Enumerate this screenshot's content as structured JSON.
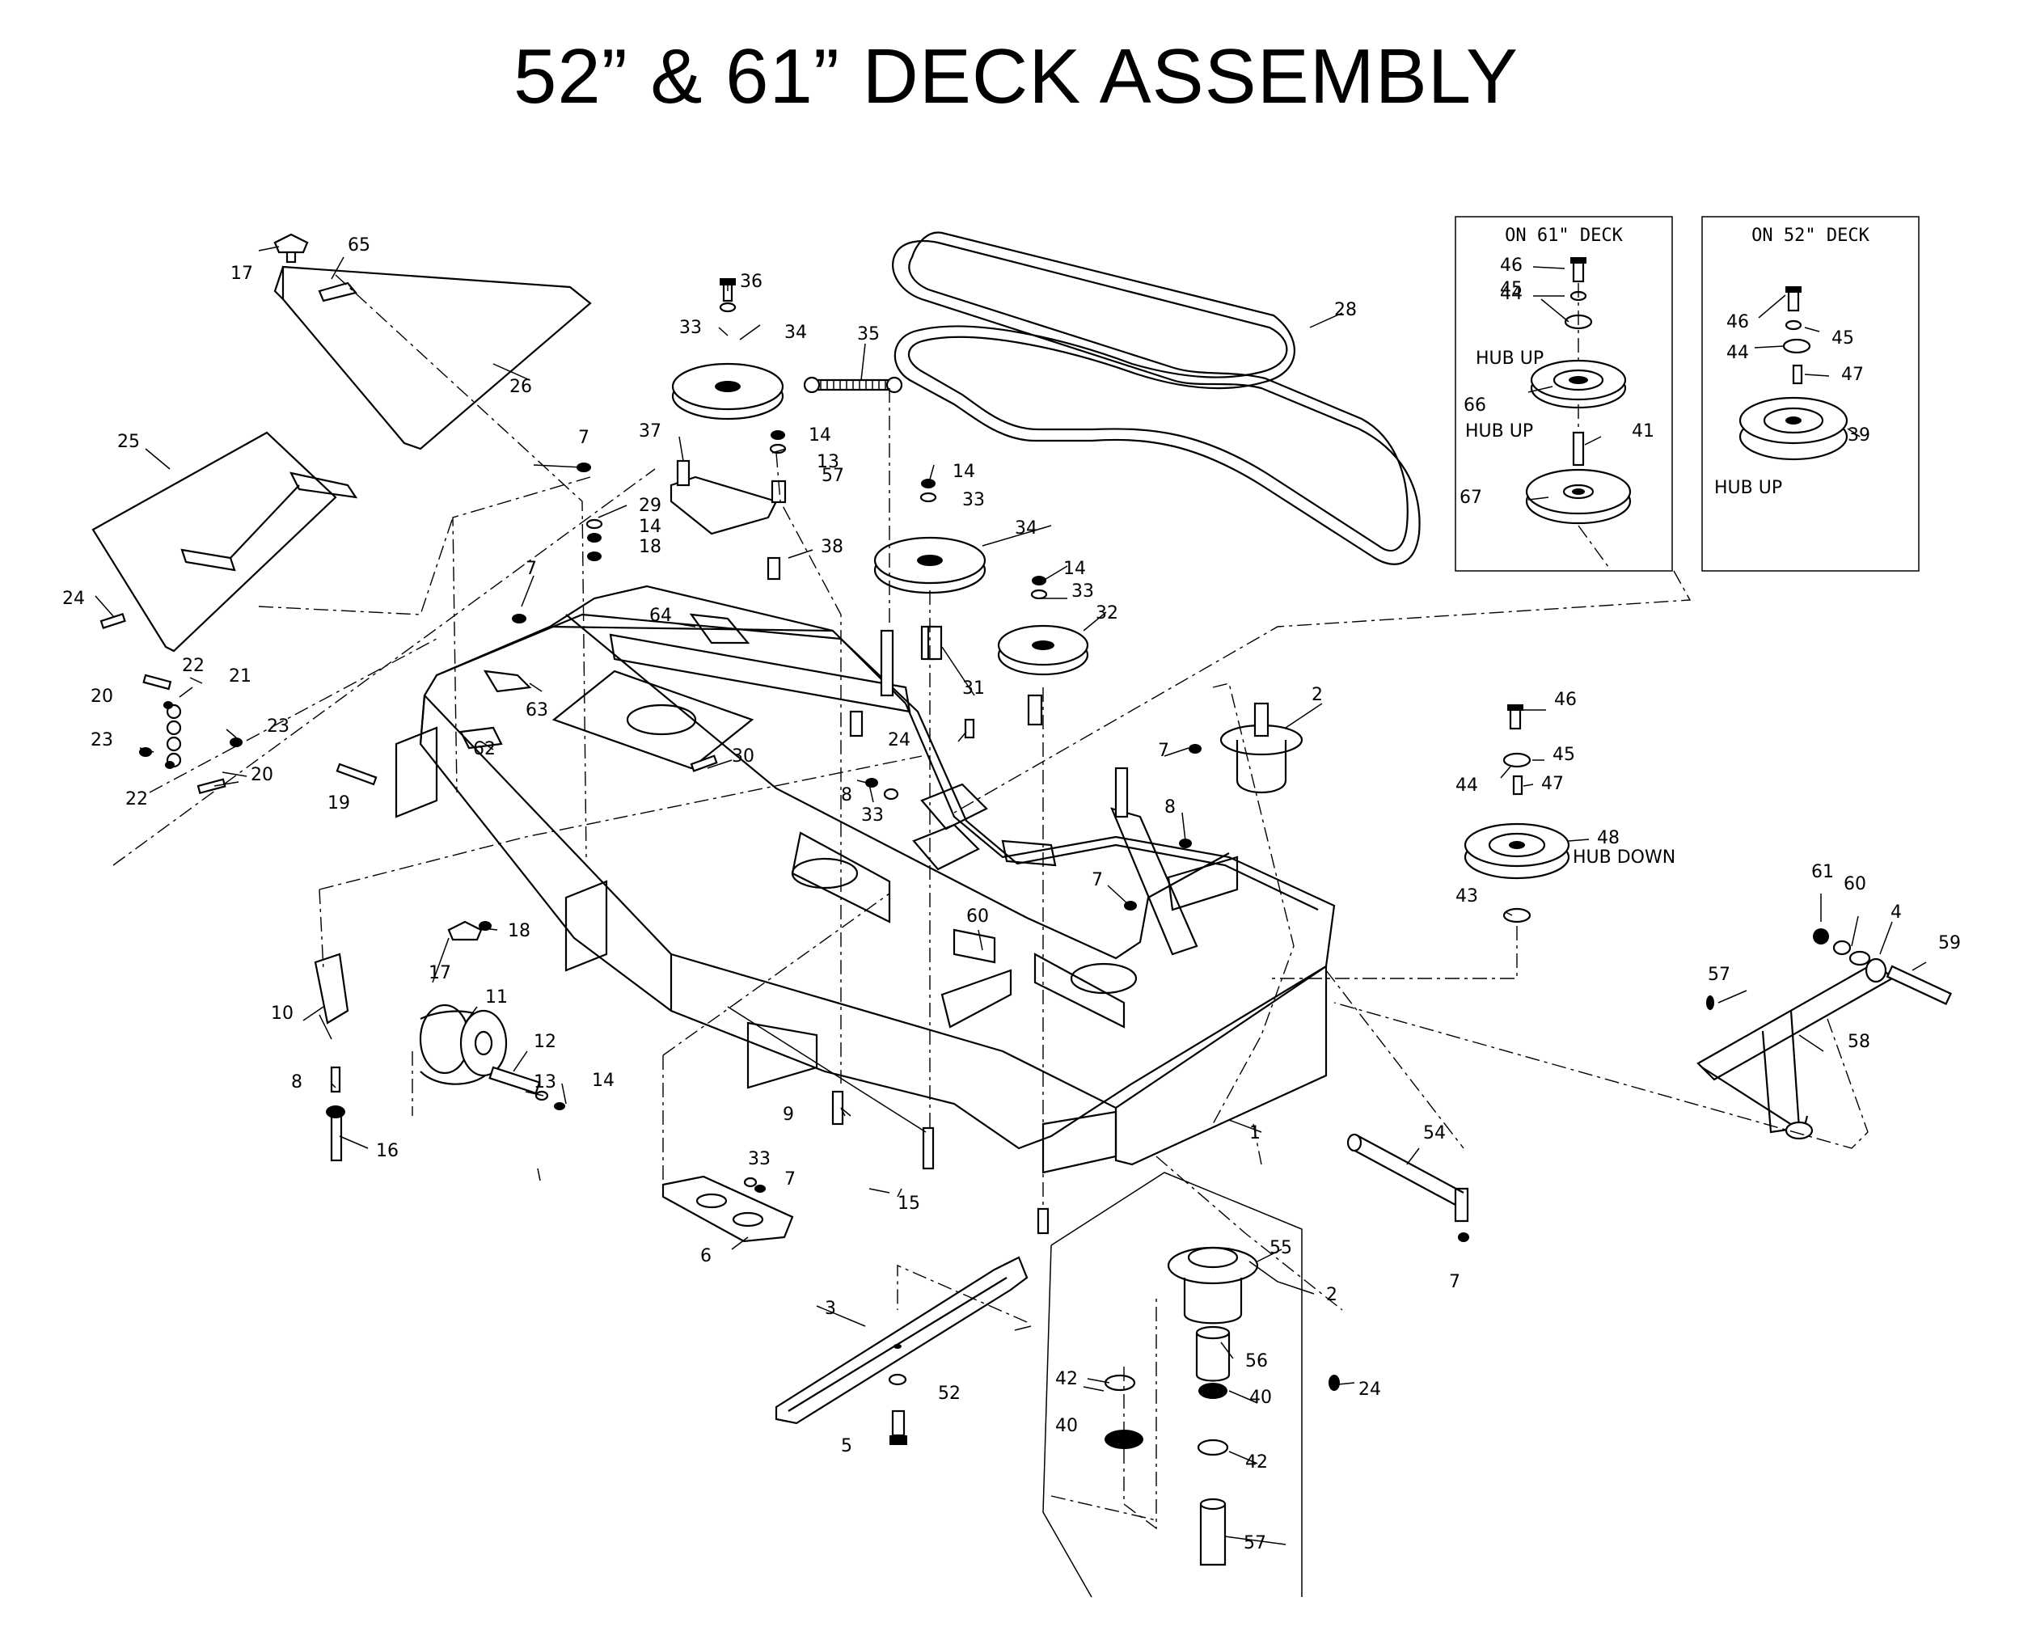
{
  "title": "52” & 61” DECK ASSEMBLY",
  "insets": [
    {
      "id": "61",
      "title": "ON 61\" DECK"
    },
    {
      "id": "52",
      "title": "ON 52\" DECK"
    }
  ],
  "notes": {
    "hub_up": "HUB UP",
    "hub_down": "HUB DOWN"
  },
  "callouts": [
    {
      "n": "1"
    },
    {
      "n": "2"
    },
    {
      "n": "2"
    },
    {
      "n": "3"
    },
    {
      "n": "4"
    },
    {
      "n": "5"
    },
    {
      "n": "6"
    },
    {
      "n": "7"
    },
    {
      "n": "7"
    },
    {
      "n": "7"
    },
    {
      "n": "7"
    },
    {
      "n": "7"
    },
    {
      "n": "7"
    },
    {
      "n": "8"
    },
    {
      "n": "8"
    },
    {
      "n": "8"
    },
    {
      "n": "9"
    },
    {
      "n": "10"
    },
    {
      "n": "11"
    },
    {
      "n": "12"
    },
    {
      "n": "13"
    },
    {
      "n": "13"
    },
    {
      "n": "14"
    },
    {
      "n": "14"
    },
    {
      "n": "14"
    },
    {
      "n": "14"
    },
    {
      "n": "14"
    },
    {
      "n": "15"
    },
    {
      "n": "16"
    },
    {
      "n": "17"
    },
    {
      "n": "17"
    },
    {
      "n": "18"
    },
    {
      "n": "18"
    },
    {
      "n": "19"
    },
    {
      "n": "20"
    },
    {
      "n": "20"
    },
    {
      "n": "21"
    },
    {
      "n": "22"
    },
    {
      "n": "22"
    },
    {
      "n": "23"
    },
    {
      "n": "23"
    },
    {
      "n": "24"
    },
    {
      "n": "24"
    },
    {
      "n": "24"
    },
    {
      "n": "25"
    },
    {
      "n": "26"
    },
    {
      "n": "28"
    },
    {
      "n": "29"
    },
    {
      "n": "30"
    },
    {
      "n": "31"
    },
    {
      "n": "32"
    },
    {
      "n": "33"
    },
    {
      "n": "33"
    },
    {
      "n": "33"
    },
    {
      "n": "33"
    },
    {
      "n": "33"
    },
    {
      "n": "34"
    },
    {
      "n": "34"
    },
    {
      "n": "35"
    },
    {
      "n": "36"
    },
    {
      "n": "37"
    },
    {
      "n": "38"
    },
    {
      "n": "39"
    },
    {
      "n": "40"
    },
    {
      "n": "40"
    },
    {
      "n": "41"
    },
    {
      "n": "42"
    },
    {
      "n": "42"
    },
    {
      "n": "43"
    },
    {
      "n": "44"
    },
    {
      "n": "44"
    },
    {
      "n": "44"
    },
    {
      "n": "45"
    },
    {
      "n": "45"
    },
    {
      "n": "45"
    },
    {
      "n": "46"
    },
    {
      "n": "46"
    },
    {
      "n": "46"
    },
    {
      "n": "47"
    },
    {
      "n": "47"
    },
    {
      "n": "48"
    },
    {
      "n": "52"
    },
    {
      "n": "54"
    },
    {
      "n": "55"
    },
    {
      "n": "56"
    },
    {
      "n": "57"
    },
    {
      "n": "57"
    },
    {
      "n": "57"
    },
    {
      "n": "58"
    },
    {
      "n": "59"
    },
    {
      "n": "60"
    },
    {
      "n": "60"
    },
    {
      "n": "61"
    },
    {
      "n": "62"
    },
    {
      "n": "63"
    },
    {
      "n": "64"
    },
    {
      "n": "65"
    },
    {
      "n": "66"
    },
    {
      "n": "67"
    }
  ]
}
